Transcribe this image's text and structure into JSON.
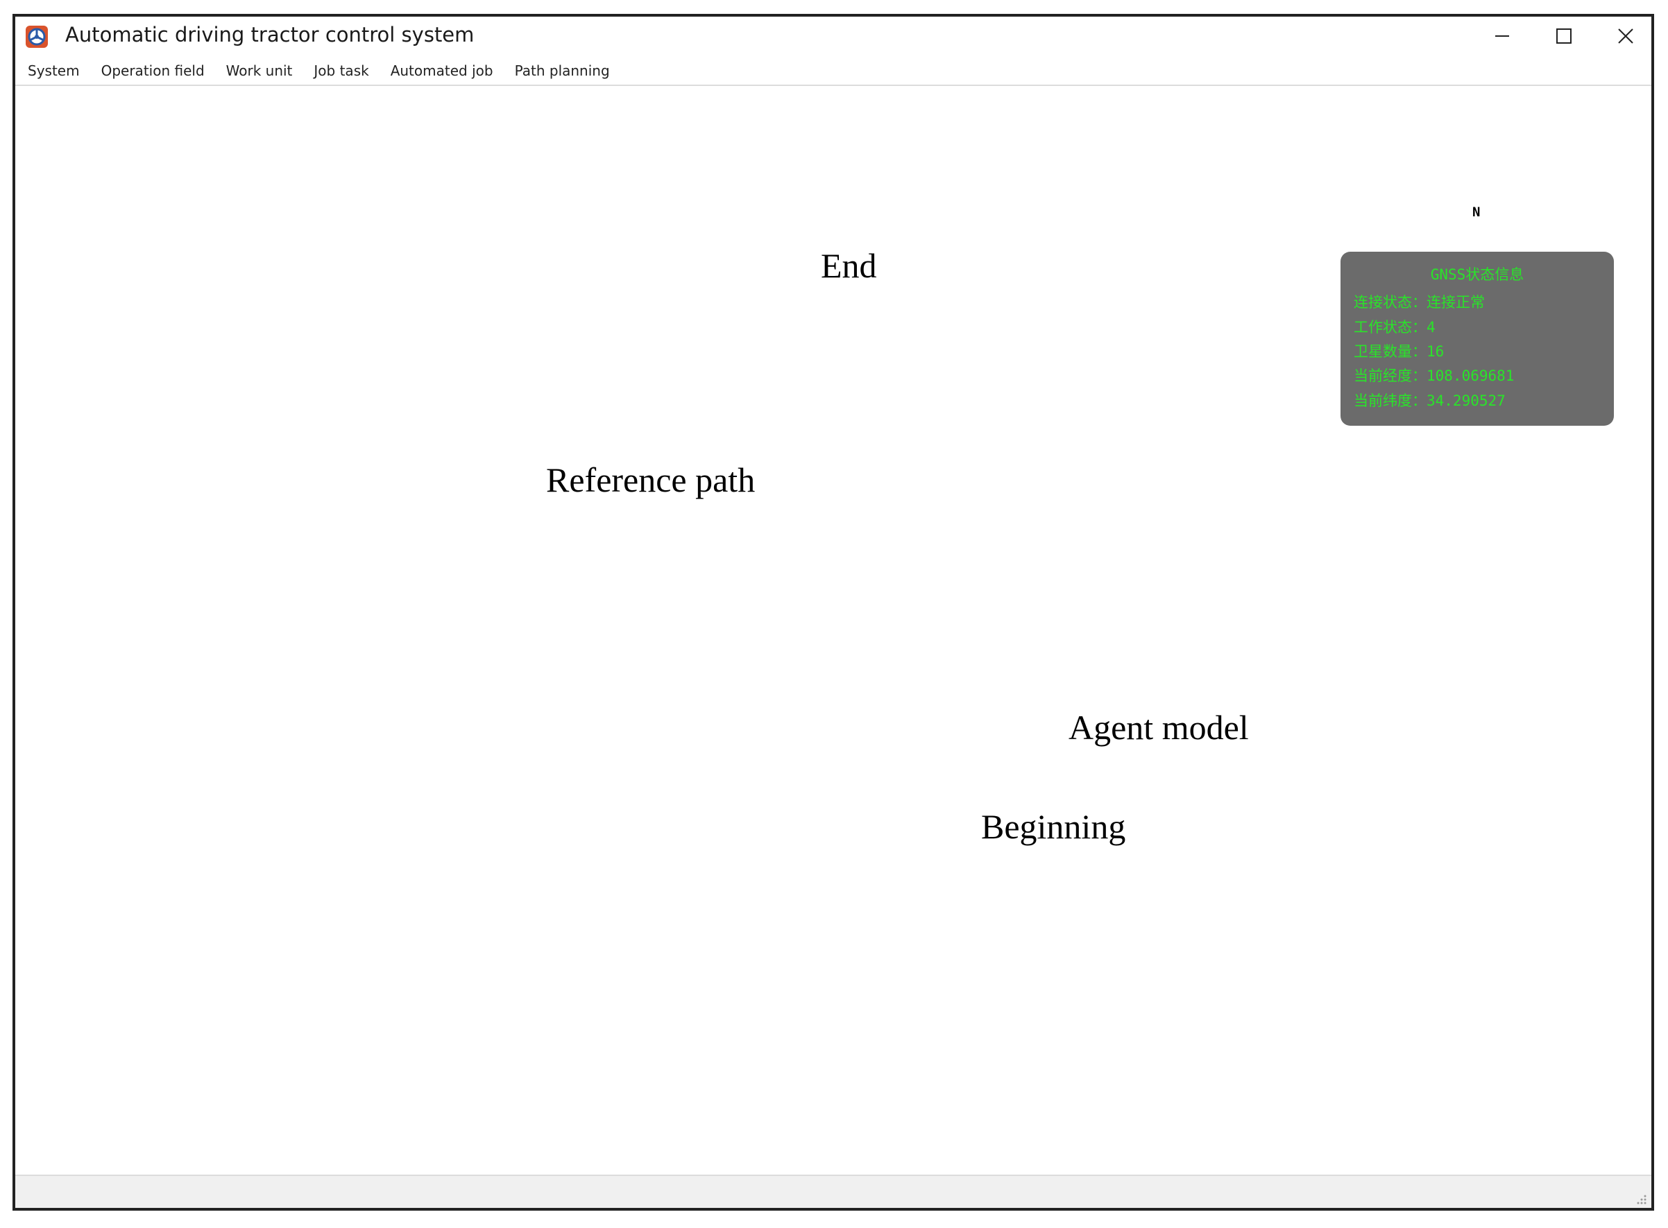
{
  "window": {
    "title": "Automatic driving tractor control system"
  },
  "menu": [
    "System",
    "Operation field",
    "Work unit",
    "Job task",
    "Automated job",
    "Path planning"
  ],
  "icons": {
    "app": "steering-wheel-icon",
    "minimize": "minimize-icon",
    "maximize": "maximize-icon",
    "close": "close-icon",
    "compass": "north-arrow-icon",
    "resize": "resize-grip-icon"
  },
  "compass": {
    "label": "N"
  },
  "annotations": {
    "end": "End",
    "reference_path": "Reference path",
    "agent_model": "Agent model",
    "beginning": "Beginning"
  },
  "gnss": {
    "title": "GNSS状态信息",
    "rows": [
      "连接状态：连接正常",
      "工作状态：4",
      "卫星数量：16",
      "当前经度：108.069681",
      "当前纬度：34.290527"
    ]
  },
  "colors": {
    "reference_path": "#2b2b8c",
    "tracked_path_a": "#1f8f1f",
    "tracked_path_b": "#d23030",
    "endpoint": "#ff0000",
    "gnss_text": "#29e429",
    "panel_bg": "#6b6b6b"
  }
}
